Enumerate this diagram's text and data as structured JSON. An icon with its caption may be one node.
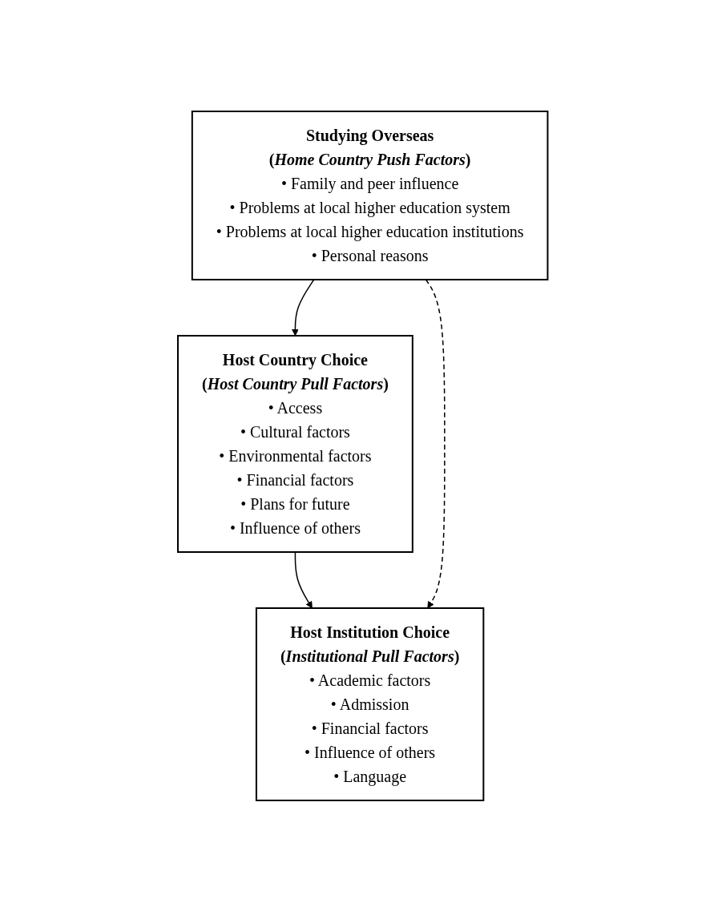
{
  "diagram": {
    "nodes": [
      {
        "text": [
          "Studying Overseas",
          "(*Home Country Push Factors*)",
          "• Family and peer influence",
          "• Problems at local higher education system",
          "• Problems at local higher education institutions",
          "• Personal reasons"
        ]
      },
      {
        "text": [
          "Host Country Choice",
          "(*Host Country Pull Factors*)",
          "• Access",
          "• Cultural factors",
          "• Environmental factors",
          "• Financial factors",
          "• Plans for future",
          "• Influence of others"
        ]
      },
      {
        "text": [
          "Host Institution Choice",
          "(*Institutional Pull Factors*)",
          "• Academic factors",
          "• Admission",
          "• Financial factors",
          "• Influence of others",
          "• Language"
        ]
      }
    ],
    "edges": [
      {
        "from": 0,
        "to": 1,
        "arrow": "to"
      },
      {
        "from": 1,
        "to": 2,
        "arrow": "to"
      },
      {
        "from": 0,
        "to": 2,
        "arrow": "to",
        "style": "dashed"
      }
    ]
  }
}
